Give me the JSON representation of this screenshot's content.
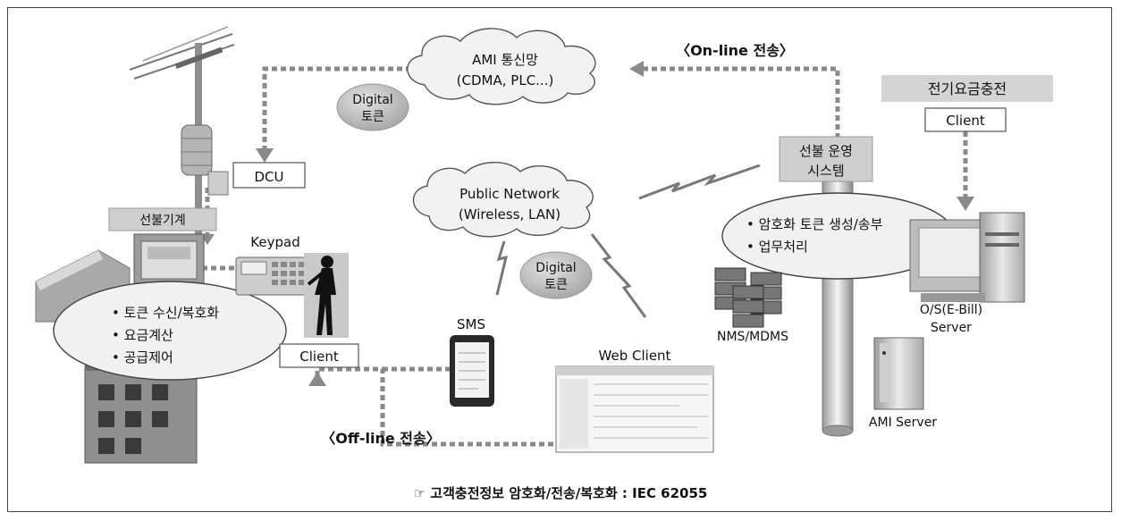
{
  "caption": "☞ 고객충전정보 암호화/전송/복호화 : IEC 62055",
  "labels": {
    "on_line": "〈On-line 전송〉",
    "off_line": "〈Off-line 전송〉",
    "ami_net_1": "AMI 통신망",
    "ami_net_2": "(CDMA, PLC...)",
    "public_net_1": "Public Network",
    "public_net_2": "(Wireless, LAN)",
    "digital_token_1a": "Digital",
    "digital_token_1b": "토큰",
    "digital_token_2a": "Digital",
    "digital_token_2b": "토큰",
    "dcu": "DCU",
    "prepaid_meter": "선불기계",
    "keypad": "Keypad",
    "client_left": "Client",
    "sms": "SMS",
    "web_client": "Web Client",
    "prepaid_system_1": "선불 운영",
    "prepaid_system_2": "시스템",
    "charging": "전기요금충전",
    "client_right": "Client",
    "nms_mdms": "NMS/MDMS",
    "os_server_1": "O/S(E-Bill)",
    "os_server_2": "Server",
    "ami_server": "AMI Server"
  },
  "left_bubble": [
    "• 토큰 수신/복호화",
    "• 요금계산",
    "• 공급제어"
  ],
  "right_bubble": [
    "• 암호화 토큰 생성/송부",
    "• 업무처리"
  ],
  "colors": {
    "dashed_line": "#8a8a8a",
    "gray_box": "#cfcfcf",
    "token_badge": "#b9b9b9"
  }
}
